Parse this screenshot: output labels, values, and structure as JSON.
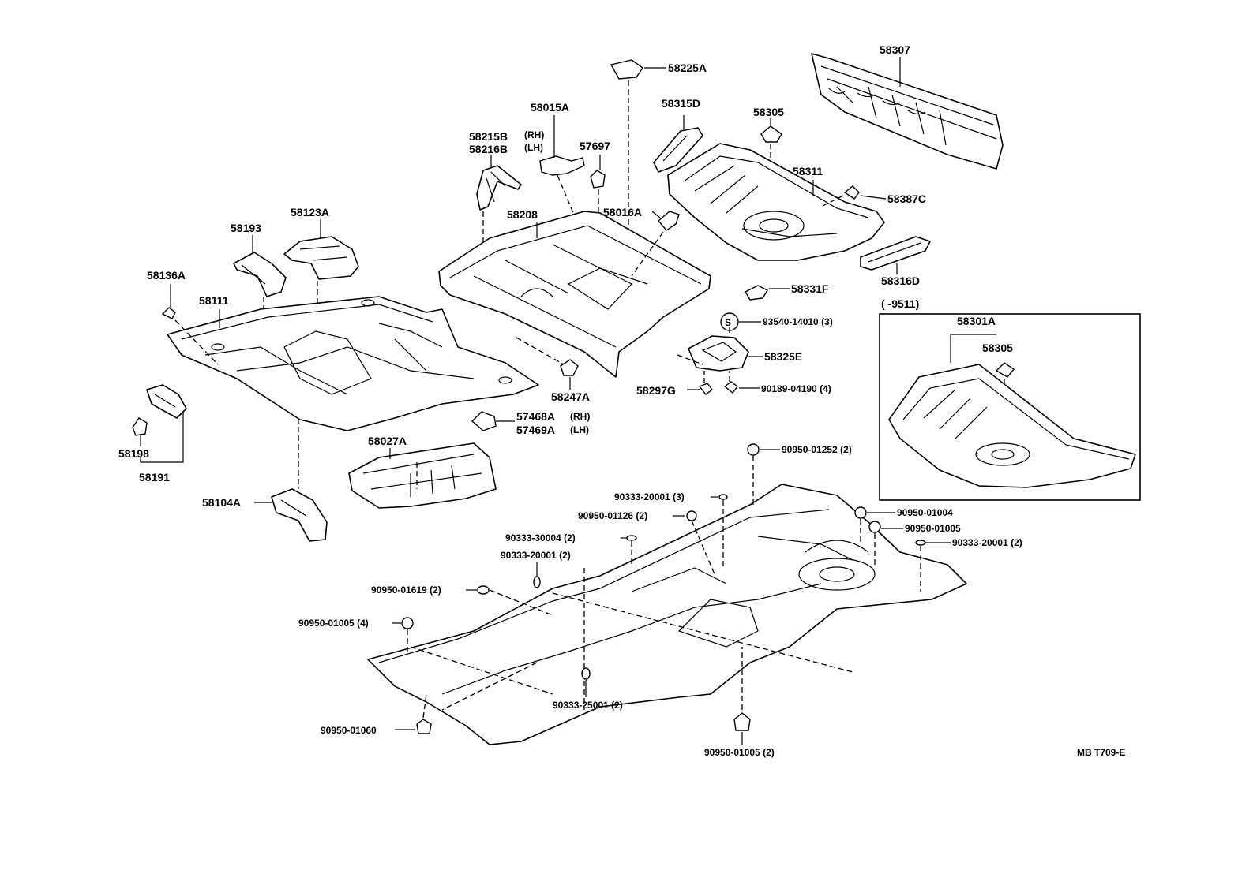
{
  "diagram": {
    "code": "MB T709-E",
    "inset_range": "(     -9511)",
    "labels": {
      "p58307": "58307",
      "p58225A": "58225A",
      "p58015A": "58015A",
      "p58315D": "58315D",
      "p58305_top": "58305",
      "p58215B": "58215B",
      "p58215B_rh": "(RH)",
      "p58216B": "58216B",
      "p58216B_lh": "(LH)",
      "p57697": "57697",
      "p58311": "58311",
      "p58387C": "58387C",
      "p58208": "58208",
      "p58016A": "58016A",
      "p58316D": "58316D",
      "p58193": "58193",
      "p58123A": "58123A",
      "p58136A": "58136A",
      "p58111": "58111",
      "p58331F": "58331F",
      "p93540": "93540-14010 (3)",
      "p58301A": "58301A",
      "p58305_inset": "58305",
      "p58325E": "58325E",
      "p58247A": "58247A",
      "p58297G": "58297G",
      "p90189": "90189-04190 (4)",
      "p57468A": "57468A",
      "p57468A_rh": "(RH)",
      "p57469A": "57469A",
      "p57469A_lh": "(LH)",
      "p58198": "58198",
      "p58191": "58191",
      "p58027A": "58027A",
      "p58104A": "58104A",
      "p90950_01252": "90950-01252 (2)",
      "p90333_20001_3": "90333-20001 (3)",
      "p90950_01126": "90950-01126 (2)",
      "p90950_01004": "90950-01004",
      "p90950_01005": "90950-01005",
      "p90333_30004": "90333-30004 (2)",
      "p90333_20001_2r": "90333-20001 (2)",
      "p90333_20001_2l": "90333-20001 (2)",
      "p90950_01619": "90950-01619 (2)",
      "p90950_01005_4": "90950-01005 (4)",
      "p90333_25001": "90333-25001 (2)",
      "p90950_01060": "90950-01060",
      "p90950_01005_2": "90950-01005 (2)",
      "s_symbol": "S"
    }
  }
}
